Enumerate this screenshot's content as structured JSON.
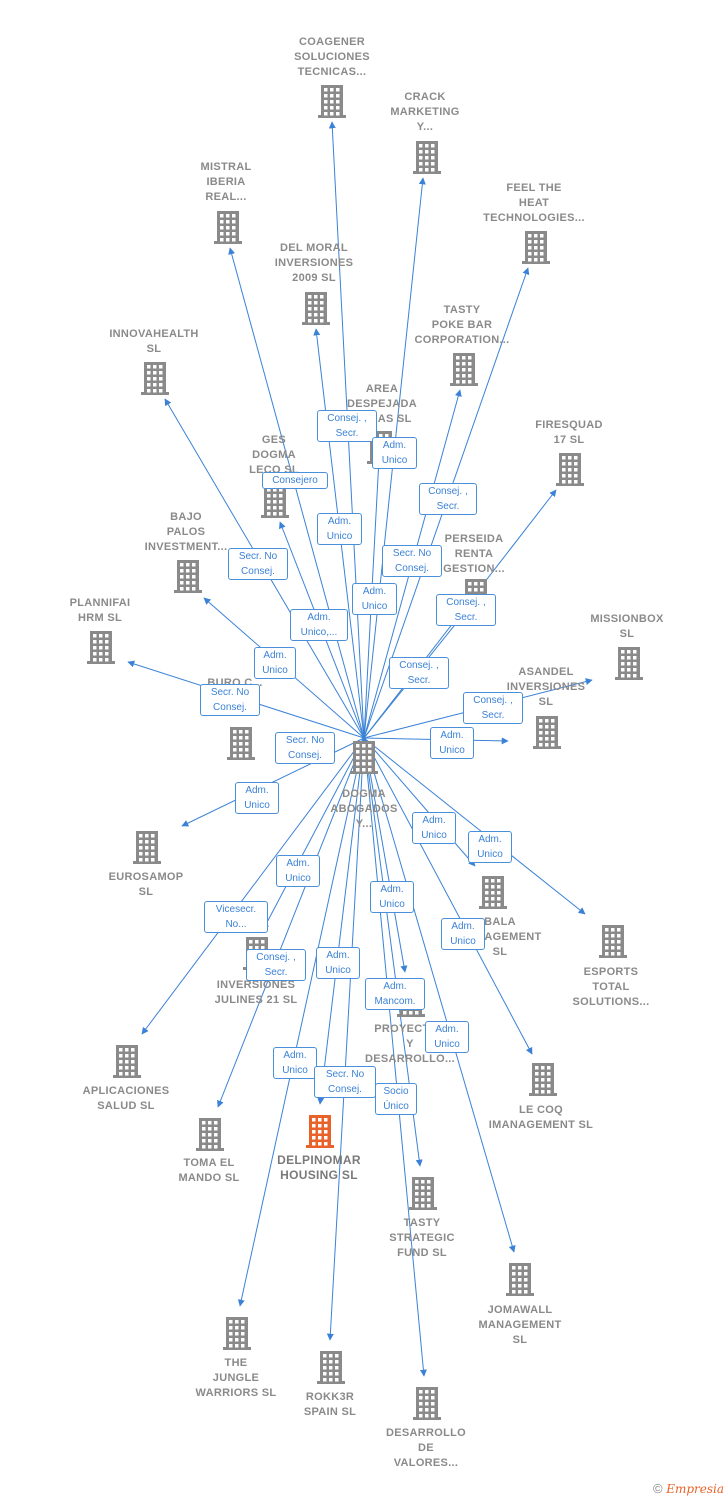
{
  "center_node": {
    "label": "DOGMA\nABOGADOS\nY..."
  },
  "nodes": [
    {
      "id": "coagener",
      "label": "COAGENER\nSOLUCIONES\nTECNICAS..."
    },
    {
      "id": "crack",
      "label": "CRACK\nMARKETING\nY..."
    },
    {
      "id": "mistral",
      "label": "MISTRAL\nIBERIA\nREAL..."
    },
    {
      "id": "feelheat",
      "label": "FEEL THE\nHEAT\nTECHNOLOGIES..."
    },
    {
      "id": "delmoral",
      "label": "DEL MORAL\nINVERSIONES\n2009 SL"
    },
    {
      "id": "tasty_poke",
      "label": "TASTY\nPOKE BAR\nCORPORATION..."
    },
    {
      "id": "innovahealth",
      "label": "INNOVAHEALTH\nSL"
    },
    {
      "id": "area",
      "label": "AREA\nDESPEJADA\nOBRAS SL"
    },
    {
      "id": "firesquad",
      "label": "FIRESQUAD\n17 SL"
    },
    {
      "id": "ges",
      "label": "GES\nDOGMA\nLECO SL"
    },
    {
      "id": "bajo",
      "label": "BAJO\nPALOS\nINVESTMENT..."
    },
    {
      "id": "perseida",
      "label": "PERSEIDA\nRENTA\nGESTION..."
    },
    {
      "id": "plannifai",
      "label": "PLANNIFAI\nHRM SL"
    },
    {
      "id": "missionbox",
      "label": "MISSIONBOX\nSL"
    },
    {
      "id": "asandel",
      "label": "ASANDEL\nINVERSIONES\nSL"
    },
    {
      "id": "buro",
      "label": "BURO C...\n...TED"
    },
    {
      "id": "eurosamop",
      "label": "EUROSAMOP\nSL"
    },
    {
      "id": "bala",
      "label": "BALA\nMANAGEMENT\nSL"
    },
    {
      "id": "esports",
      "label": "ESPORTS\nTOTAL\nSOLUTIONS..."
    },
    {
      "id": "julines",
      "label": "INVERSIONES\nJULINES 21 SL"
    },
    {
      "id": "proyectos",
      "label": "PROYECTOS\nY\nDESARROLLO..."
    },
    {
      "id": "aplicaciones",
      "label": "APLICACIONES\nSALUD SL"
    },
    {
      "id": "lecoq",
      "label": "LE COQ\nIMANAGEMENT SL"
    },
    {
      "id": "toma",
      "label": "TOMA EL\nMANDO SL"
    },
    {
      "id": "delpinomar",
      "label": "DELPINOMAR\nHOUSING SL"
    },
    {
      "id": "tasty_strategic",
      "label": "TASTY\nSTRATEGIC\nFUND SL"
    },
    {
      "id": "jomawall",
      "label": "JOMAWALL\nMANAGEMENT\nSL"
    },
    {
      "id": "jungle",
      "label": "THE\nJUNGLE\nWARRIORS SL"
    },
    {
      "id": "rokk3r",
      "label": "ROKK3R\nSPAIN SL"
    },
    {
      "id": "desarrollo_valores",
      "label": "DESARROLLO\nDE\nVALORES..."
    }
  ],
  "roles": [
    {
      "id": "r_coagener",
      "label": "Consej. ,\nSecr."
    },
    {
      "id": "r_crack",
      "label": "Adm.\nUnico"
    },
    {
      "id": "r_ges",
      "label": "Consejero"
    },
    {
      "id": "r_tasty_poke",
      "label": "Consej. ,\nSecr."
    },
    {
      "id": "r_delmoral",
      "label": "Adm.\nUnico"
    },
    {
      "id": "r_bajo",
      "label": "Secr.  No\nConsej."
    },
    {
      "id": "r_feelheat",
      "label": "Secr.  No\nConsej."
    },
    {
      "id": "r_area",
      "label": "Adm.\nUnico"
    },
    {
      "id": "r_firesquad",
      "label": "Consej. ,\nSecr."
    },
    {
      "id": "r_mistral",
      "label": "Adm.\nUnico,..."
    },
    {
      "id": "r_plannifai",
      "label": "Adm.\nUnico"
    },
    {
      "id": "r_perseida",
      "label": "Consej. ,\nSecr."
    },
    {
      "id": "r_buro",
      "label": "Secr.  No\nConsej."
    },
    {
      "id": "r_missionbox",
      "label": "Consej. ,\nSecr."
    },
    {
      "id": "r_innovahealth",
      "label": "Secr.  No\nConsej."
    },
    {
      "id": "r_asandel",
      "label": "Adm.\nUnico"
    },
    {
      "id": "r_eurosamop",
      "label": "Adm.\nUnico"
    },
    {
      "id": "r_bala",
      "label": "Adm.\nUnico"
    },
    {
      "id": "r_esports",
      "label": "Adm.\nUnico"
    },
    {
      "id": "r_julines",
      "label": "Adm.\nUnico"
    },
    {
      "id": "r_proyectos",
      "label": "Adm.\nUnico"
    },
    {
      "id": "r_aplicaciones",
      "label": "Vicesecr.\nNo..."
    },
    {
      "id": "r_lecoq",
      "label": "Adm.\nUnico"
    },
    {
      "id": "r_toma",
      "label": "Consej. ,\nSecr."
    },
    {
      "id": "r_rokk3r",
      "label": "Adm.\nUnico"
    },
    {
      "id": "r_tasty_strategic",
      "label": "Adm.\nMancom."
    },
    {
      "id": "r_jomawall",
      "label": "Adm.\nUnico"
    },
    {
      "id": "r_jungle",
      "label": "Adm.\nUnico"
    },
    {
      "id": "r_delpinomar",
      "label": "Secr.  No\nConsej."
    },
    {
      "id": "r_desarrollo",
      "label": "Socio\nÚnico"
    }
  ],
  "colors": {
    "edge": "#3b82d6",
    "node_icon": "#8a8a8a",
    "focus_icon": "#e8622a",
    "role_border": "#4a8fd9"
  },
  "copyright": {
    "symbol": "©",
    "brand": "Empresia"
  }
}
